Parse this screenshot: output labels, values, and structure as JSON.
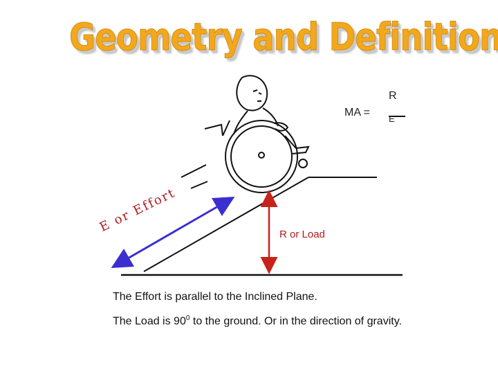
{
  "title": "Geometry and Definitions",
  "formula": {
    "lhs": "MA =",
    "numerator": "R",
    "denominator": "E"
  },
  "labels": {
    "effort": "E or Effort",
    "load": "R or Load"
  },
  "captions": {
    "line1": "The Effort is parallel to the Inclined Plane.",
    "line2_a": "The Load is 90",
    "line2_sup": "0",
    "line2_b": " to the ground.  Or in the direction of gravity."
  },
  "colors": {
    "title": "#f3a81c",
    "effort_arrow": "#3b2fd1",
    "load_arrow": "#c8231a",
    "label_text": "#b0191e"
  }
}
